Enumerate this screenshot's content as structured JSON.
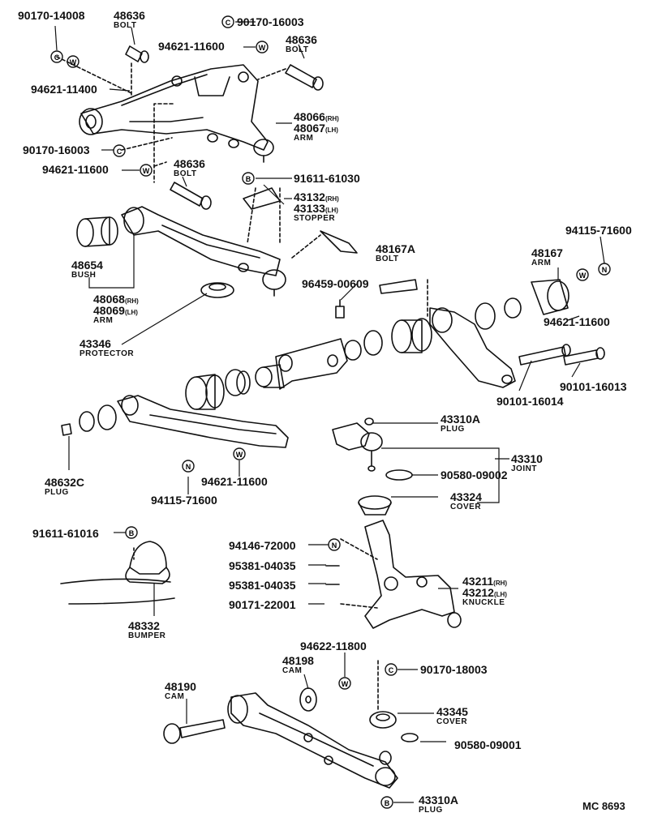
{
  "diagram_id": "MC 8693",
  "labels": [
    {
      "id": "l1",
      "parts": [
        "90170-14008"
      ]
    },
    {
      "id": "l2",
      "parts": [
        "48636"
      ],
      "sub": "BOLT"
    },
    {
      "id": "l3",
      "parts": [
        "90170-16003"
      ]
    },
    {
      "id": "l4",
      "parts": [
        "94621-11600"
      ]
    },
    {
      "id": "l5",
      "parts": [
        "48636"
      ],
      "sub": "BOLT"
    },
    {
      "id": "l6",
      "parts": [
        "94621-11400"
      ]
    },
    {
      "id": "l7",
      "parts": [
        "48066",
        "48067"
      ],
      "tags": [
        "RH",
        "LH"
      ],
      "sub": "ARM"
    },
    {
      "id": "l8",
      "parts": [
        "90170-16003"
      ]
    },
    {
      "id": "l9",
      "parts": [
        "48636"
      ],
      "sub": "BOLT"
    },
    {
      "id": "l10",
      "parts": [
        "94621-11600"
      ]
    },
    {
      "id": "l11",
      "parts": [
        "91611-61030"
      ]
    },
    {
      "id": "l12",
      "parts": [
        "43132",
        "43133"
      ],
      "tags": [
        "RH",
        "LH"
      ],
      "sub": "STOPPER"
    },
    {
      "id": "l13",
      "parts": [
        "94115-71600"
      ]
    },
    {
      "id": "l14",
      "parts": [
        "48167A"
      ],
      "sub": "BOLT"
    },
    {
      "id": "l15",
      "parts": [
        "48167"
      ],
      "sub": "ARM"
    },
    {
      "id": "l16",
      "parts": [
        "48654"
      ],
      "sub": "BUSH"
    },
    {
      "id": "l17",
      "parts": [
        "48068",
        "48069"
      ],
      "tags": [
        "RH",
        "LH"
      ],
      "sub": "ARM"
    },
    {
      "id": "l18",
      "parts": [
        "96459-00609"
      ]
    },
    {
      "id": "l19",
      "parts": [
        "94621-11600"
      ]
    },
    {
      "id": "l20",
      "parts": [
        "43346"
      ],
      "sub": "PROTECTOR"
    },
    {
      "id": "l21",
      "parts": [
        "90101-16013"
      ]
    },
    {
      "id": "l22",
      "parts": [
        "90101-16014"
      ]
    },
    {
      "id": "l23",
      "parts": [
        "43310A"
      ],
      "sub": "PLUG"
    },
    {
      "id": "l24",
      "parts": [
        "43310"
      ],
      "sub": "JOINT"
    },
    {
      "id": "l25",
      "parts": [
        "90580-09002"
      ]
    },
    {
      "id": "l26",
      "parts": [
        "43324"
      ],
      "sub": "COVER"
    },
    {
      "id": "l27",
      "parts": [
        "48632C"
      ],
      "sub": "PLUG"
    },
    {
      "id": "l28",
      "parts": [
        "94621-11600"
      ]
    },
    {
      "id": "l29",
      "parts": [
        "94115-71600"
      ]
    },
    {
      "id": "l30",
      "parts": [
        "91611-61016"
      ]
    },
    {
      "id": "l31",
      "parts": [
        "94146-72000"
      ]
    },
    {
      "id": "l32",
      "parts": [
        "95381-04035"
      ]
    },
    {
      "id": "l33",
      "parts": [
        "95381-04035"
      ]
    },
    {
      "id": "l34",
      "parts": [
        "43211",
        "43212"
      ],
      "tags": [
        "RH",
        "LH"
      ],
      "sub": "KNUCKLE"
    },
    {
      "id": "l35",
      "parts": [
        "90171-22001"
      ]
    },
    {
      "id": "l36",
      "parts": [
        "48332"
      ],
      "sub": "BUMPER"
    },
    {
      "id": "l37",
      "parts": [
        "94622-11800"
      ]
    },
    {
      "id": "l38",
      "parts": [
        "48198"
      ],
      "sub": "CAM"
    },
    {
      "id": "l39",
      "parts": [
        "90170-18003"
      ]
    },
    {
      "id": "l40",
      "parts": [
        "48190"
      ],
      "sub": "CAM"
    },
    {
      "id": "l41",
      "parts": [
        "43345"
      ],
      "sub": "COVER"
    },
    {
      "id": "l42",
      "parts": [
        "90580-09001"
      ]
    },
    {
      "id": "l43",
      "parts": [
        "43310A"
      ],
      "sub": "PLUG"
    }
  ],
  "markers": [
    {
      "id": "m1",
      "letter": "C"
    },
    {
      "id": "m2",
      "letter": "W"
    },
    {
      "id": "m3",
      "letter": "C"
    },
    {
      "id": "m4",
      "letter": "W"
    },
    {
      "id": "m5",
      "letter": "C"
    },
    {
      "id": "m6",
      "letter": "W"
    },
    {
      "id": "m7",
      "letter": "B"
    },
    {
      "id": "m8",
      "letter": "N"
    },
    {
      "id": "m9",
      "letter": "W"
    },
    {
      "id": "m10",
      "letter": "W"
    },
    {
      "id": "m11",
      "letter": "N"
    },
    {
      "id": "m12",
      "letter": "B"
    },
    {
      "id": "m13",
      "letter": "N"
    },
    {
      "id": "m14",
      "letter": "W"
    },
    {
      "id": "m15",
      "letter": "C"
    },
    {
      "id": "m16",
      "letter": "B"
    }
  ]
}
